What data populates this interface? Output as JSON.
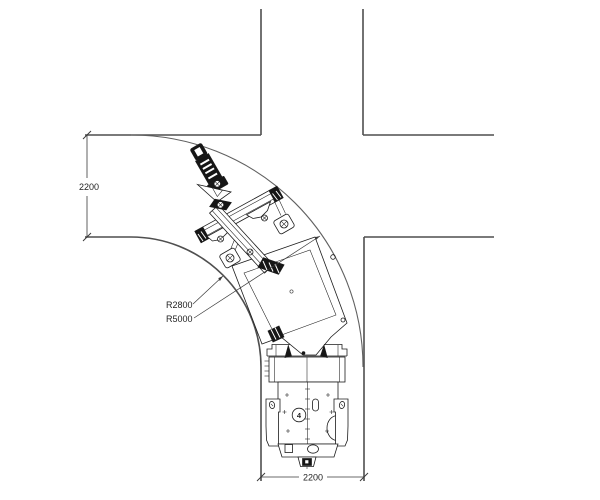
{
  "page": {
    "background": "#ffffff"
  },
  "drawing": {
    "description": "Plan view of a tunnel cross-intersection with a roof-bolting drill rig negotiating a 90-degree turn",
    "dimensions": {
      "left_corridor_width_mm": "2200",
      "bottom_corridor_width_mm": "2200"
    },
    "radius_labels": {
      "inner_corner": "R2800",
      "outer_sweep": "R5000"
    },
    "machine": {
      "detail_marker": "4"
    },
    "colors": {
      "wall": "#4f4f4f",
      "arc": "#606060",
      "machine-line": "#1c1c1c",
      "dark-fill": "#161616",
      "dim-line": "#3a3a3a",
      "text": "#1f1f1f"
    }
  }
}
